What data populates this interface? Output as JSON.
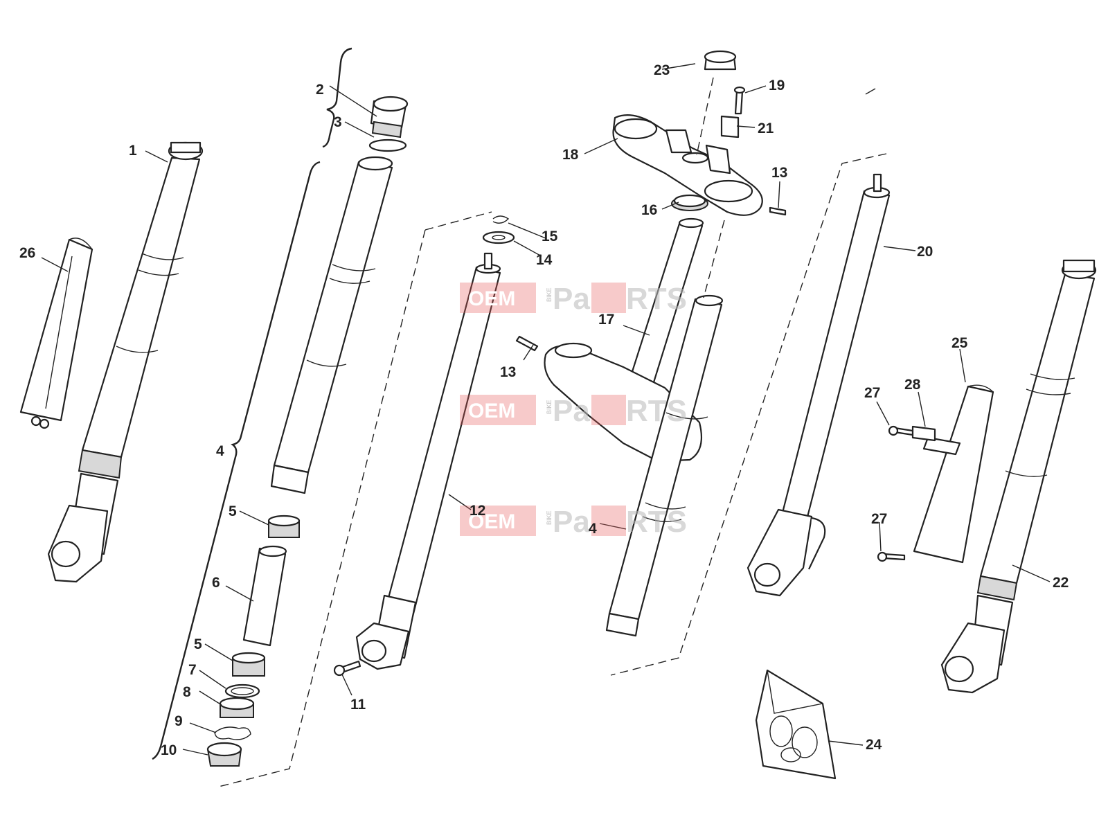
{
  "diagram": {
    "callouts": [
      "1",
      "2",
      "3",
      "4",
      "4",
      "5",
      "5",
      "6",
      "7",
      "8",
      "9",
      "10",
      "11",
      "12",
      "13",
      "13",
      "14",
      "15",
      "16",
      "17",
      "18",
      "19",
      "20",
      "21",
      "22",
      "23",
      "24",
      "25",
      "26",
      "27",
      "27",
      "28"
    ]
  },
  "watermark": {
    "brand_left": "OEM",
    "brand_mid": "BIKE",
    "brand_right_1": "Pa",
    "brand_right_2": "RTS",
    "colors": {
      "accent": "#e55a5a",
      "grey": "#b9b9b9"
    }
  }
}
